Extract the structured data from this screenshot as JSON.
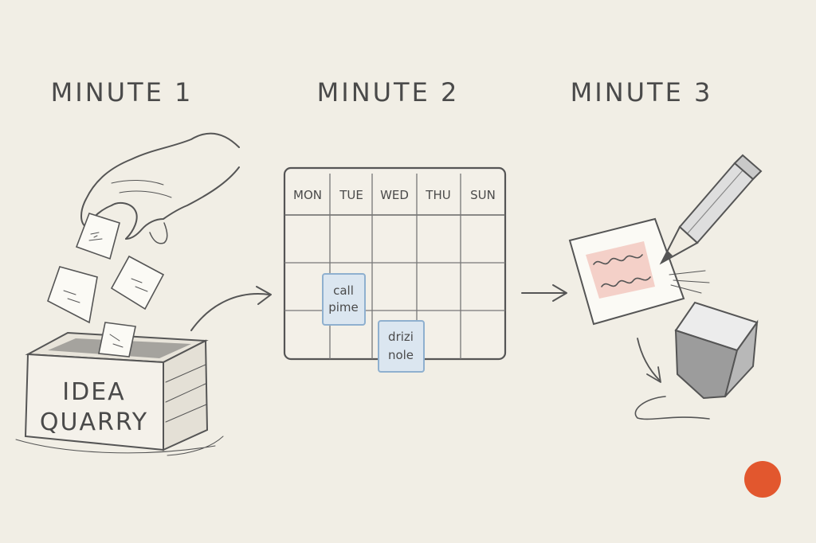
{
  "steps": [
    {
      "heading": "MINUTE 1"
    },
    {
      "heading": "MINUTE 2"
    },
    {
      "heading": "MINUTE 3"
    }
  ],
  "box": {
    "line1": "IDEA",
    "line2": "QUARRY"
  },
  "calendar": {
    "days": [
      "MON",
      "TUE",
      "WED",
      "THU",
      "SUN"
    ],
    "notes": [
      {
        "line1": "call",
        "line2": "pime"
      },
      {
        "line1": "drizi",
        "line2": "nole"
      }
    ]
  },
  "colors": {
    "paper": "#f1eee5",
    "ink": "#4a4a4a",
    "note_fill": "#dbe6f0",
    "note_border": "#8fb0cf",
    "highlight": "#f2c6bd",
    "dot": "#e2572e"
  },
  "icons": [
    "hand-icon",
    "paper-slip-icon",
    "idea-box-icon",
    "calendar-icon",
    "sticky-note-icon",
    "arrow-icon",
    "pencil-icon",
    "eraser-icon",
    "orange-dot-icon"
  ]
}
